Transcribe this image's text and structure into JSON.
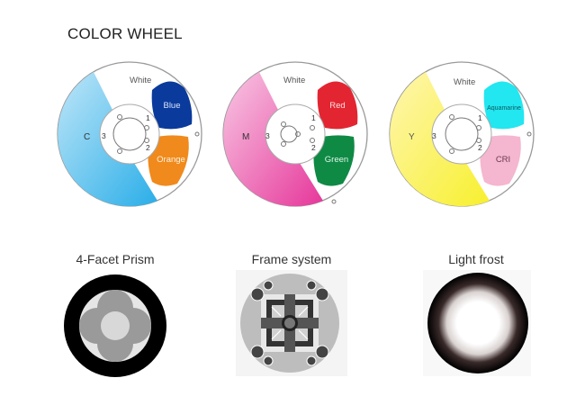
{
  "header": {
    "title": "COLOR WHEEL"
  },
  "wheels": [
    {
      "big_label": "C",
      "big_color_from": "#bfe6f8",
      "big_color_to": "#2aaee8",
      "white_label": "White",
      "slot1_label": "Blue",
      "slot1_color": "#0a3a9c",
      "slot1_text": "#dbe6ff",
      "slot2_label": "Orange",
      "slot2_color": "#f08a1c",
      "slot2_text": "#fff3e0",
      "num1": "1",
      "num2": "2",
      "num3": "3"
    },
    {
      "big_label": "M",
      "big_color_from": "#f8c8e4",
      "big_color_to": "#e6379a",
      "white_label": "White",
      "slot1_label": "Red",
      "slot1_color": "#e32532",
      "slot1_text": "#ffe0e0",
      "slot2_label": "Green",
      "slot2_color": "#0e8a45",
      "slot2_text": "#dff5e6",
      "num1": "1",
      "num2": "2",
      "num3": "3"
    },
    {
      "big_label": "Y",
      "big_color_from": "#fff6b0",
      "big_color_to": "#f7f02e",
      "white_label": "White",
      "slot1_label": "Aquamarine",
      "slot1_color": "#22e6f0",
      "slot1_text": "#0a5a60",
      "slot2_label": "CRI",
      "slot2_color": "#f5b6cf",
      "slot2_text": "#6a3a4c",
      "num1": "1",
      "num2": "2",
      "num3": "3"
    }
  ],
  "effects": {
    "prism_label": "4-Facet Prism",
    "frame_label": "Frame system",
    "frost_label": "Light frost"
  }
}
